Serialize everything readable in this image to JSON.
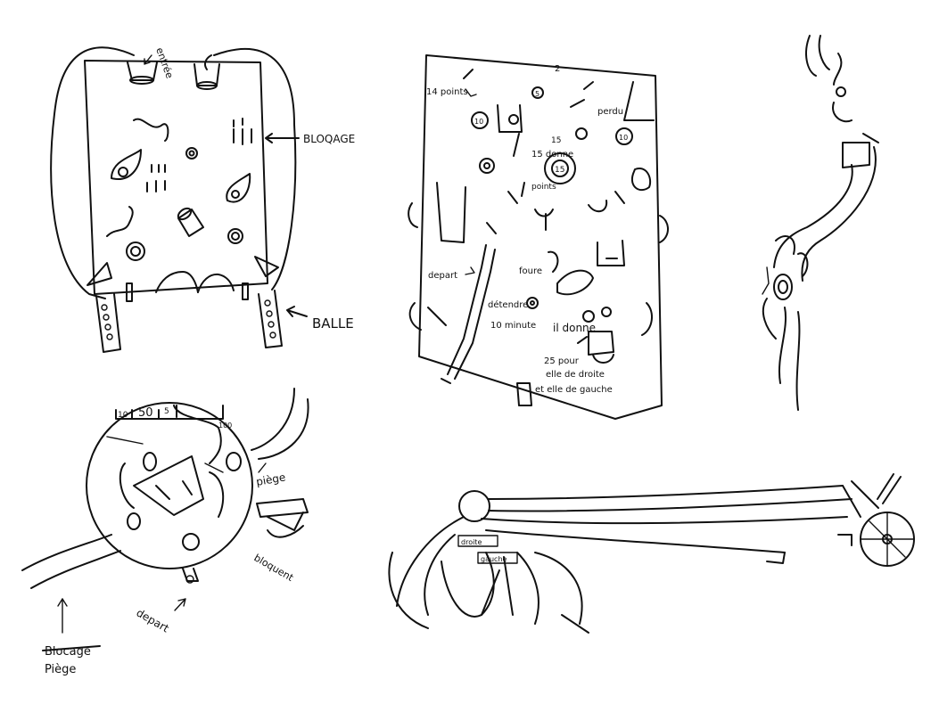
{
  "drawing1": {
    "label_entree": "entrée",
    "label_blocage": "BLOQAGE",
    "label_balle": "BALLE"
  },
  "drawing2": {
    "label_top_number": "2",
    "label_points_14": "14 points",
    "label_perdu": "perdu",
    "label_15": "15",
    "label_15_donne": "15 donne",
    "label_points": "points",
    "label_depart": "depart",
    "label_foure": "foure",
    "label_detendre": "détendre",
    "label_10_minute": "10 minute",
    "label_il_donne": "il donne",
    "label_25_pour": "25 pour",
    "label_elle_de_droite": "elle de droite",
    "label_et_elle_de_gauche": "et elle de gauche",
    "num_5": "5",
    "num_10": "10",
    "num_15": "15"
  },
  "drawing3": {
    "label_score_10": "10",
    "label_score_50": "50",
    "label_score_5": "5",
    "label_score_100": "100",
    "label_piege_right": "piège",
    "label_bloquent": "bloquent",
    "label_depart": "depart",
    "label_piege_bottom": "Piège",
    "label_crossed": "Blocage"
  },
  "drawing4": {
    "label_droite": "droite",
    "label_gauche": "gauche"
  },
  "drawing5": {
    "label_small_1": "droite",
    "label_small_2": "gauche"
  }
}
